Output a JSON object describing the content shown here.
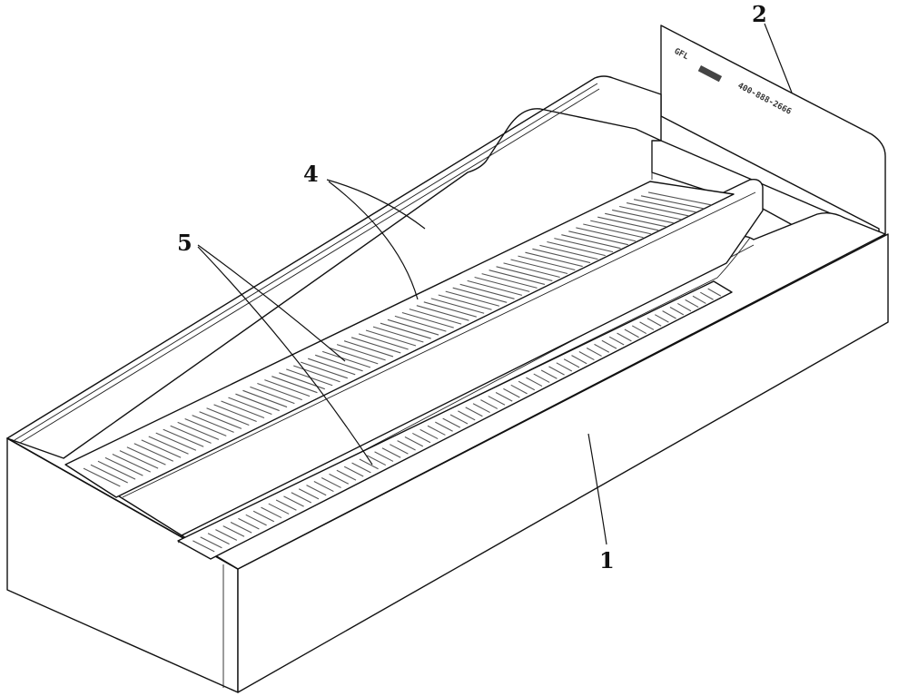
{
  "figure": {
    "callouts": [
      {
        "id": "1",
        "text": "1"
      },
      {
        "id": "2",
        "text": "2"
      },
      {
        "id": "4",
        "text": "4"
      },
      {
        "id": "5",
        "text": "5"
      }
    ],
    "panel_logo_text": "GFL",
    "panel_phone_text": "400-888-2666"
  }
}
